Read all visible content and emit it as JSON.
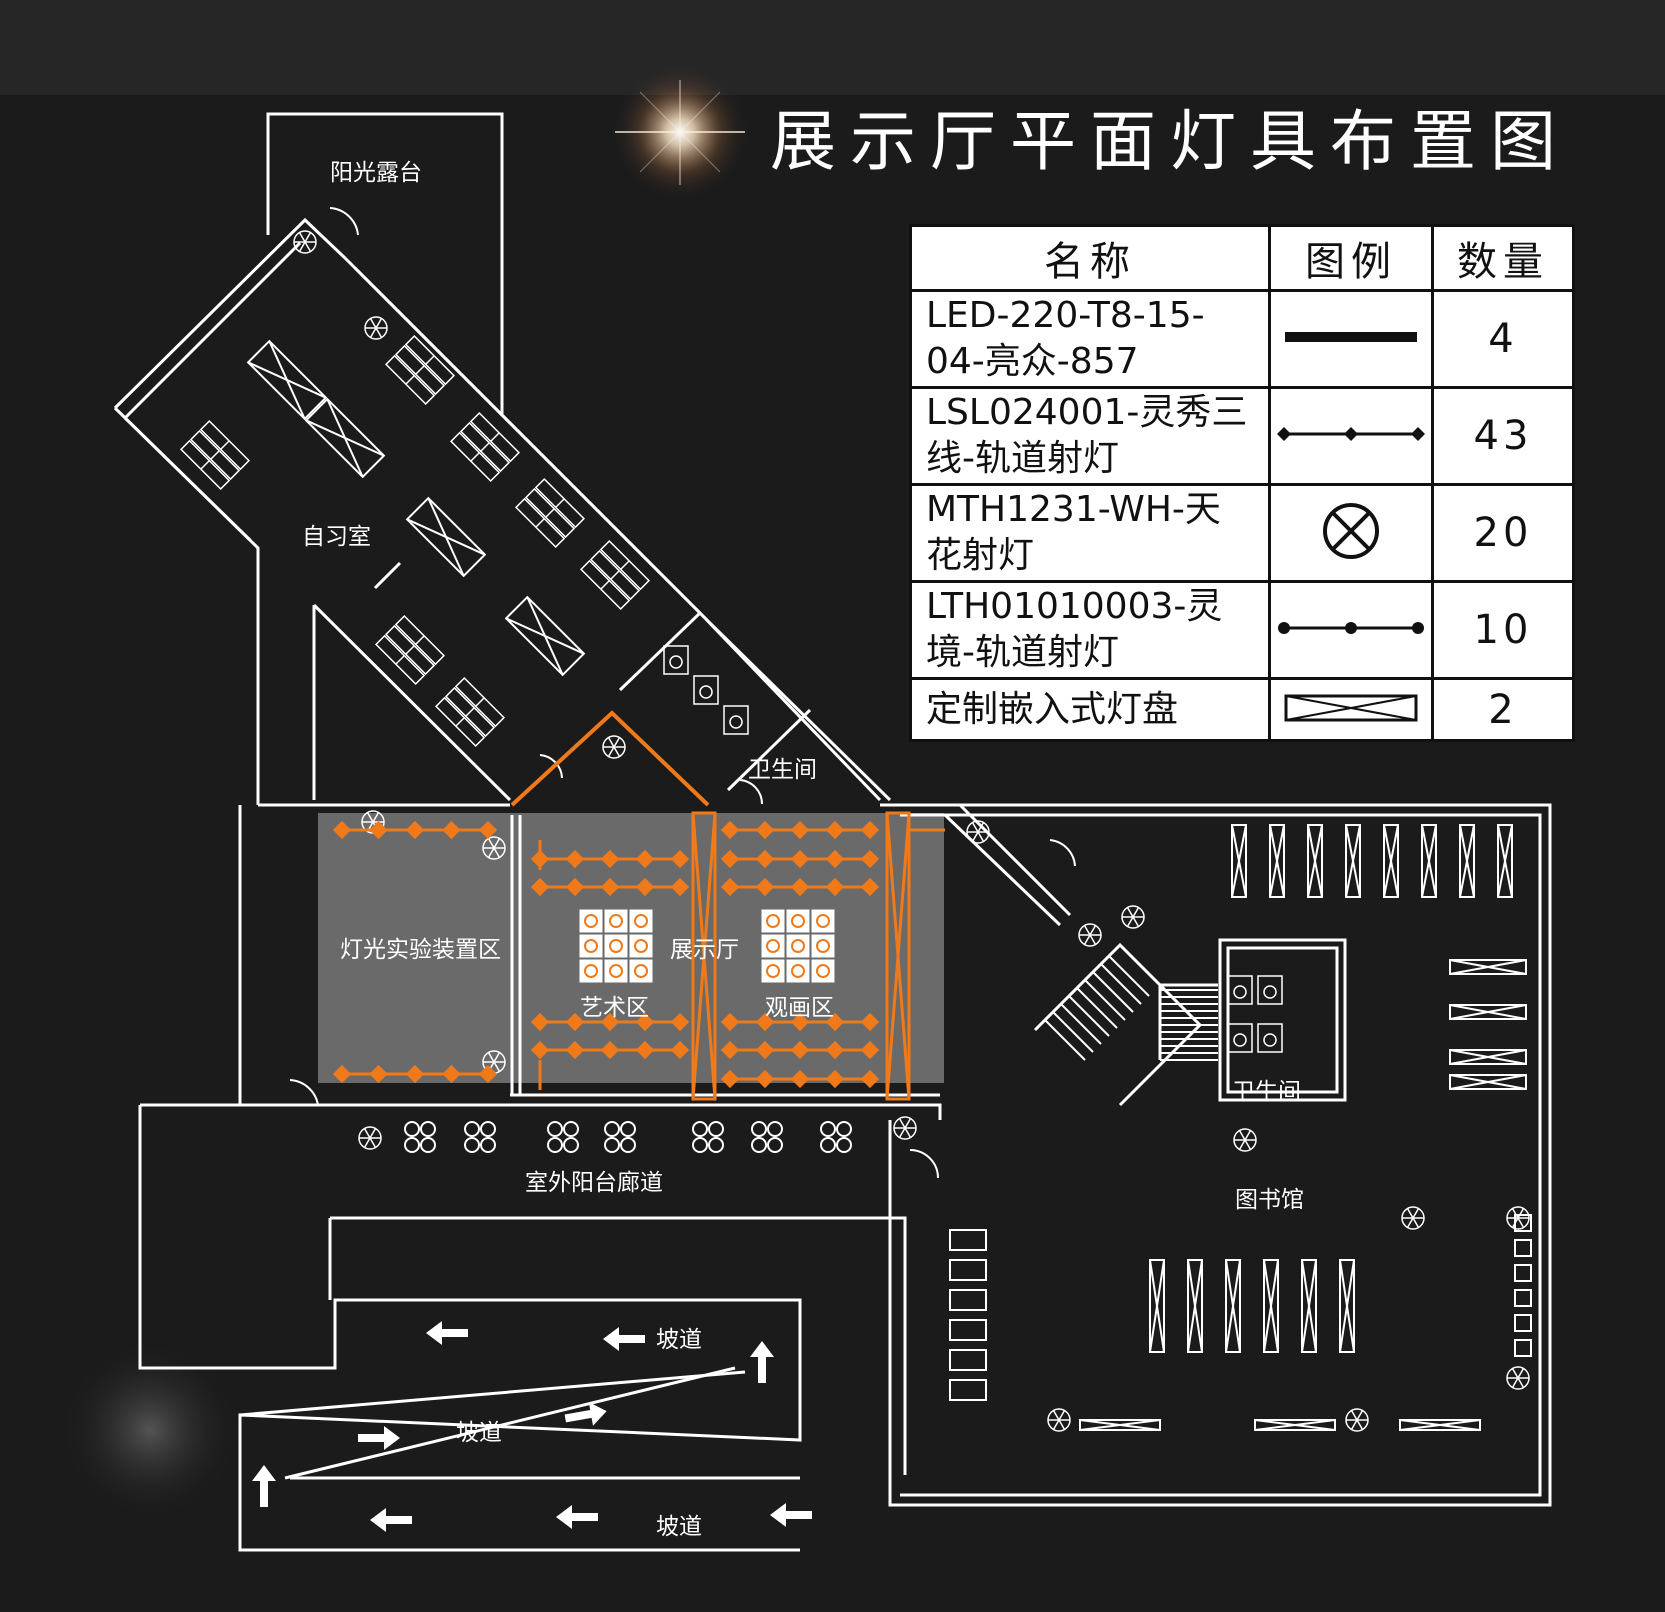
{
  "title": "展示厅平面灯具布置图",
  "legend": {
    "headers": [
      "名称",
      "图例",
      "数量"
    ],
    "rows": [
      {
        "name": "LED-220-T8-15-04-亮众-857",
        "symbol": "strip-light-icon",
        "qty": "4"
      },
      {
        "name": "LSL024001-灵秀三线-轨道射灯",
        "symbol": "three-line-track-spotlight-icon",
        "qty": "43"
      },
      {
        "name": "MTH1231-WH-天花射灯",
        "symbol": "ceiling-spotlight-icon",
        "qty": "20"
      },
      {
        "name": "LTH01010003-灵境-轨道射灯",
        "symbol": "track-spotlight-icon",
        "qty": "10"
      },
      {
        "name": "定制嵌入式灯盘",
        "symbol": "recessed-panel-icon",
        "qty": "2"
      }
    ]
  },
  "rooms": {
    "sun_terrace": "阳光露台",
    "study_room": "自习室",
    "restroom_1": "卫生间",
    "lighting_lab": "灯光实验装置区",
    "art_zone": "艺术区",
    "exhibition_hall": "展示厅",
    "painting_zone": "观画区",
    "restroom_2": "卫生间",
    "balcony_corridor": "室外阳台廊道",
    "library": "图书馆",
    "ramp_1": "坡道",
    "ramp_2": "坡道",
    "ramp_3": "坡道"
  },
  "colors": {
    "background": "#1b1b1c",
    "lines": "#ffffff",
    "highlight": "#f07a1a",
    "zone_fill": "#6a6a6a"
  }
}
